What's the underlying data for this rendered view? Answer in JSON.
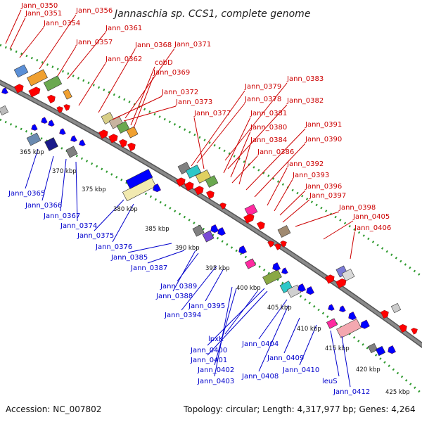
{
  "title": "Jannaschia sp. CCS1, complete genome",
  "accession": "Accession: NC_007802",
  "summary": "Topology: circular; Length: 4,317,977 bp; Genes: 4,264",
  "colors": {
    "top_label": "#cc0000",
    "bottom_label": "#0000cc",
    "backbone": "#8a8a8a",
    "dotted_track": "#2e9a2e",
    "forward_gene": "#ff0000",
    "reverse_gene": "#0000ff"
  },
  "scale_labels": [
    "365 kbp",
    "370 kbp",
    "375 kbp",
    "380 kbp",
    "385 kbp",
    "390 kbp",
    "395 kbp",
    "400 kbp",
    "405 kbp",
    "410 kbp",
    "415 kbp",
    "420 kbp",
    "425 kbp"
  ],
  "top_labels": [
    "Jann_0350",
    "Jann_0351",
    "Jann_0356",
    "Jann_0354",
    "Jann_0361",
    "Jann_0357",
    "Jann_0368",
    "Jann_0371",
    "Jann_0362",
    "cobD",
    "Jann_0369",
    "Jann_0383",
    "Jann_0379",
    "Jann_0372",
    "Jann_0378",
    "Jann_0382",
    "Jann_0373",
    "Jann_0377",
    "Jann_0381",
    "Jann_0380",
    "Jann_0391",
    "Jann_0384",
    "Jann_0390",
    "Jann_0386",
    "Jann_0392",
    "Jann_0393",
    "Jann_0396",
    "Jann_0397",
    "Jann_0398",
    "Jann_0405",
    "Jann_0406"
  ],
  "bottom_labels": [
    "Jann_0365",
    "Jann_0366",
    "Jann_0367",
    "Jann_0374",
    "Jann_0375",
    "Jann_0376",
    "Jann_0385",
    "Jann_0387",
    "Jann_0389",
    "Jann_0388",
    "Jann_0395",
    "Jann_0394",
    "lpxK",
    "Jann_0400",
    "Jann_0401",
    "Jann_0404",
    "Jann_0409",
    "Jann_0402",
    "Jann_0410",
    "Jann_0408",
    "Jann_0403",
    "leuS",
    "Jann_0412"
  ]
}
